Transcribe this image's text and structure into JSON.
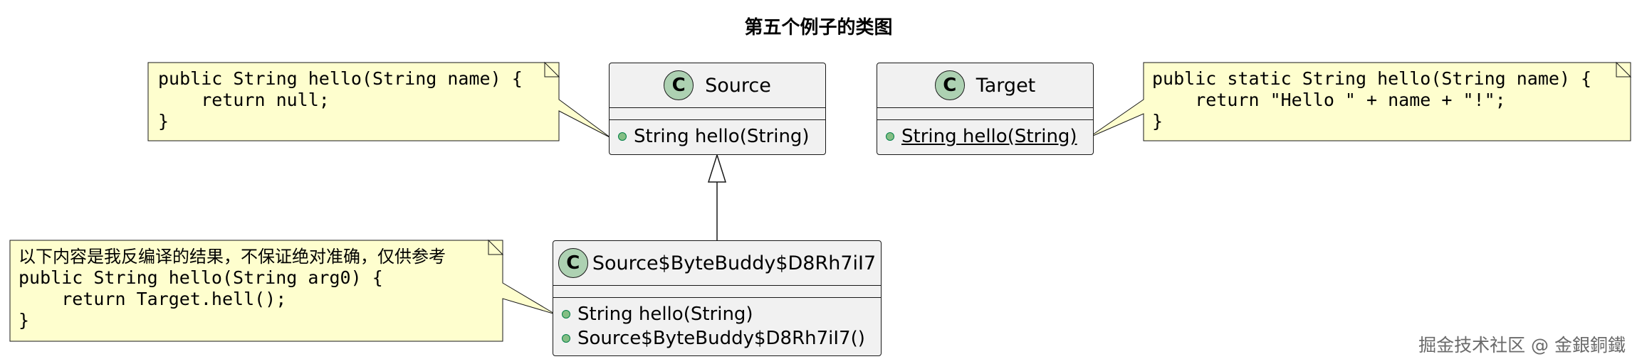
{
  "title": "第五个例子的类图",
  "classes": {
    "source": {
      "badge": "C",
      "name": "Source",
      "methods": [
        {
          "visibility": "public",
          "text": "String hello(String)",
          "static": false
        }
      ]
    },
    "target": {
      "badge": "C",
      "name": "Target",
      "methods": [
        {
          "visibility": "public",
          "text": "String hello(String)",
          "static": true
        }
      ]
    },
    "subclass": {
      "badge": "C",
      "name": "Source$ByteBuddy$D8Rh7iI7",
      "methods": [
        {
          "visibility": "public",
          "text": "String hello(String)",
          "static": false
        },
        {
          "visibility": "public",
          "text": "Source$ByteBuddy$D8Rh7iI7()",
          "static": false
        }
      ]
    }
  },
  "notes": {
    "source_note": {
      "lines": [
        "public String hello(String name) {",
        "    return null;",
        "}"
      ]
    },
    "target_note": {
      "lines": [
        "public static String hello(String name) {",
        "    return \"Hello \" + name + \"!\";",
        "}"
      ]
    },
    "subclass_note": {
      "caption": "以下内容是我反编译的结果，不保证绝对准确，仅供参考",
      "lines": [
        "public String hello(String arg0) {",
        "    return Target.hell();",
        "}"
      ]
    }
  },
  "relations": [
    {
      "type": "inheritance",
      "from": "Source$ByteBuddy$D8Rh7iI7",
      "to": "Source"
    }
  ],
  "watermark": "掘金技术社区 @ 金銀銅鐵",
  "colors": {
    "class_fill": "#f1f1f1",
    "class_badge": "#add1b2",
    "note_fill": "#fefece",
    "border": "#181818",
    "public_marker": "#84be84"
  }
}
